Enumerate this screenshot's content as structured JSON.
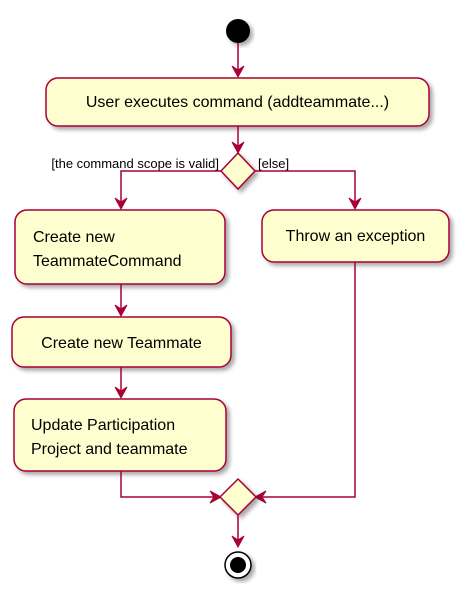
{
  "diagram": {
    "type": "activity",
    "colors": {
      "node_fill": "#fefece",
      "border": "#a80036",
      "start": "#000000",
      "background": "#ffffff"
    },
    "start_node": "start",
    "end_node": "end",
    "actions": {
      "user_executes": "User executes command (addteammate...)",
      "create_command_line1": "Create new",
      "create_command_line2": "TeammateCommand",
      "create_teammate": "Create new Teammate",
      "update_line1": "Update Participation",
      "update_line2": "Project and teammate",
      "throw_exception": "Throw an exception"
    },
    "guards": {
      "valid": "[the command scope is valid]",
      "else": "[else]"
    }
  }
}
